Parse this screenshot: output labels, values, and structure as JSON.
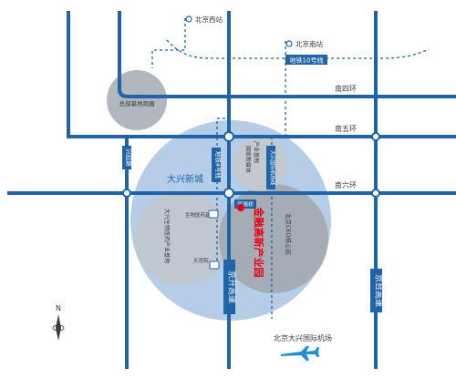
{
  "colors": {
    "road": "#1f63a8",
    "road_light": "#2d7ac4",
    "zone_big": "#b5cde7",
    "zone_dark": "#a3a9b0",
    "zone_mid": "#c0c6cd",
    "highlight": "#e60012",
    "dash": "#1f63a8",
    "text": "#3a3a3a",
    "plane": "#1f8fd6"
  },
  "stations": {
    "beijing_west": "北京西站",
    "beijing_south": "北京南站"
  },
  "metro": {
    "line10": "地铁10号线",
    "line4": "地铁4号线",
    "daxing_airport_line": "大兴国际机场线"
  },
  "rings": {
    "fourth": "南四环",
    "fifth": "南五环",
    "sixth": "南六环"
  },
  "zones": {
    "hq_base": "总部基地商圈",
    "new_city": "大兴新城",
    "industry_base": "产业基地",
    "new_media": "国家新媒体",
    "biomed": "大兴生物医药产业基地",
    "ced": "北京CED核心区",
    "park": "金融高新产业园"
  },
  "roads": {
    "jingkai": "京开高速",
    "jingtai": "京台高速",
    "xingyan": "兴延路"
  },
  "labels": {
    "huangcun": "双源桥",
    "biomed_station": "生物医药基地",
    "tiangong": "天宫院"
  },
  "airport": "北京大兴国际机场",
  "north": "N"
}
